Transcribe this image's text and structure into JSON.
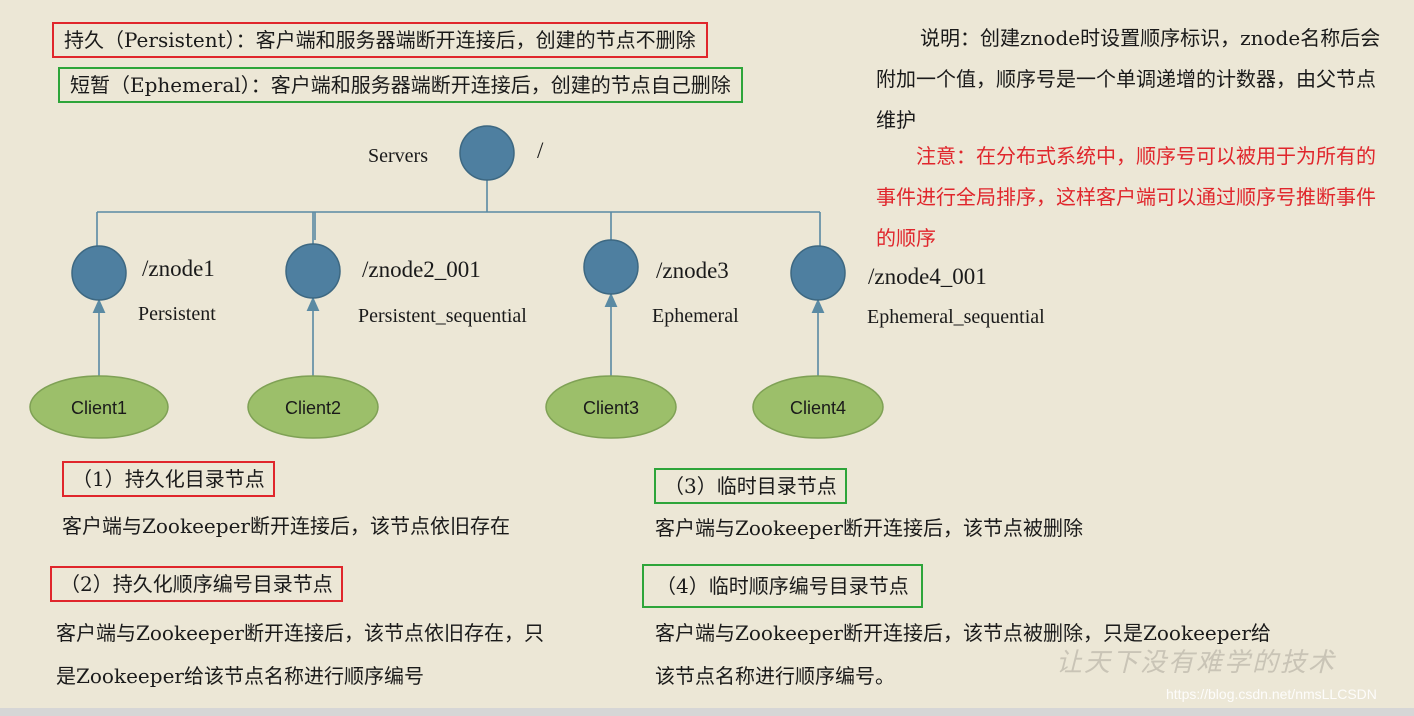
{
  "legend": {
    "persistent": "持久（Persistent）：客户端和服务器端断开连接后，创建的节点不删除",
    "ephemeral": "短暂（Ephemeral）：客户端和服务器端断开连接后，创建的节点自己删除"
  },
  "notes": {
    "desc": "说明：创建znode时设置顺序标识，znode名称后会附加一个值，顺序号是一个单调递增的计数器，由父节点维护",
    "warn": "注意：在分布式系统中，顺序号可以被用于为所有的事件进行全局排序，这样客户端可以通过顺序号推断事件的顺序"
  },
  "tree": {
    "root_label": "Servers",
    "root_path": "/",
    "nodes": [
      {
        "path": "/znode1",
        "type": "Persistent",
        "client": "Client1"
      },
      {
        "path": "/znode2_001",
        "type": "Persistent_sequential",
        "client": "Client2"
      },
      {
        "path": "/znode3",
        "type": "Ephemeral",
        "client": "Client3"
      },
      {
        "path": "/znode4_001",
        "type": "Ephemeral_sequential",
        "client": "Client4"
      }
    ]
  },
  "sections": [
    {
      "heading": "（1）持久化目录节点",
      "body": "客户端与Zookeeper断开连接后，该节点依旧存在"
    },
    {
      "heading": "（2）持久化顺序编号目录节点",
      "body": "客户端与Zookeeper断开连接后，该节点依旧存在，只是Zookeeper给该节点名称进行顺序编号"
    },
    {
      "heading": "（3）临时目录节点",
      "body": "客户端与Zookeeper断开连接后，该节点被删除"
    },
    {
      "heading": "（4）临时顺序编号目录节点",
      "body": "客户端与Zookeeper断开连接后，该节点被删除，只是Zookeeper给该节点名称进行顺序编号。"
    }
  ],
  "watermark": {
    "slogan": "让天下没有难学的技术",
    "url": "https://blog.csdn.net/nmsLLCSDN"
  },
  "colors": {
    "node_fill": "#4e7fa0",
    "client_fill": "#9cbf6a",
    "line": "#5a8aa3",
    "red": "#e0262c",
    "green": "#2ea53a",
    "background": "#ece7d6"
  }
}
